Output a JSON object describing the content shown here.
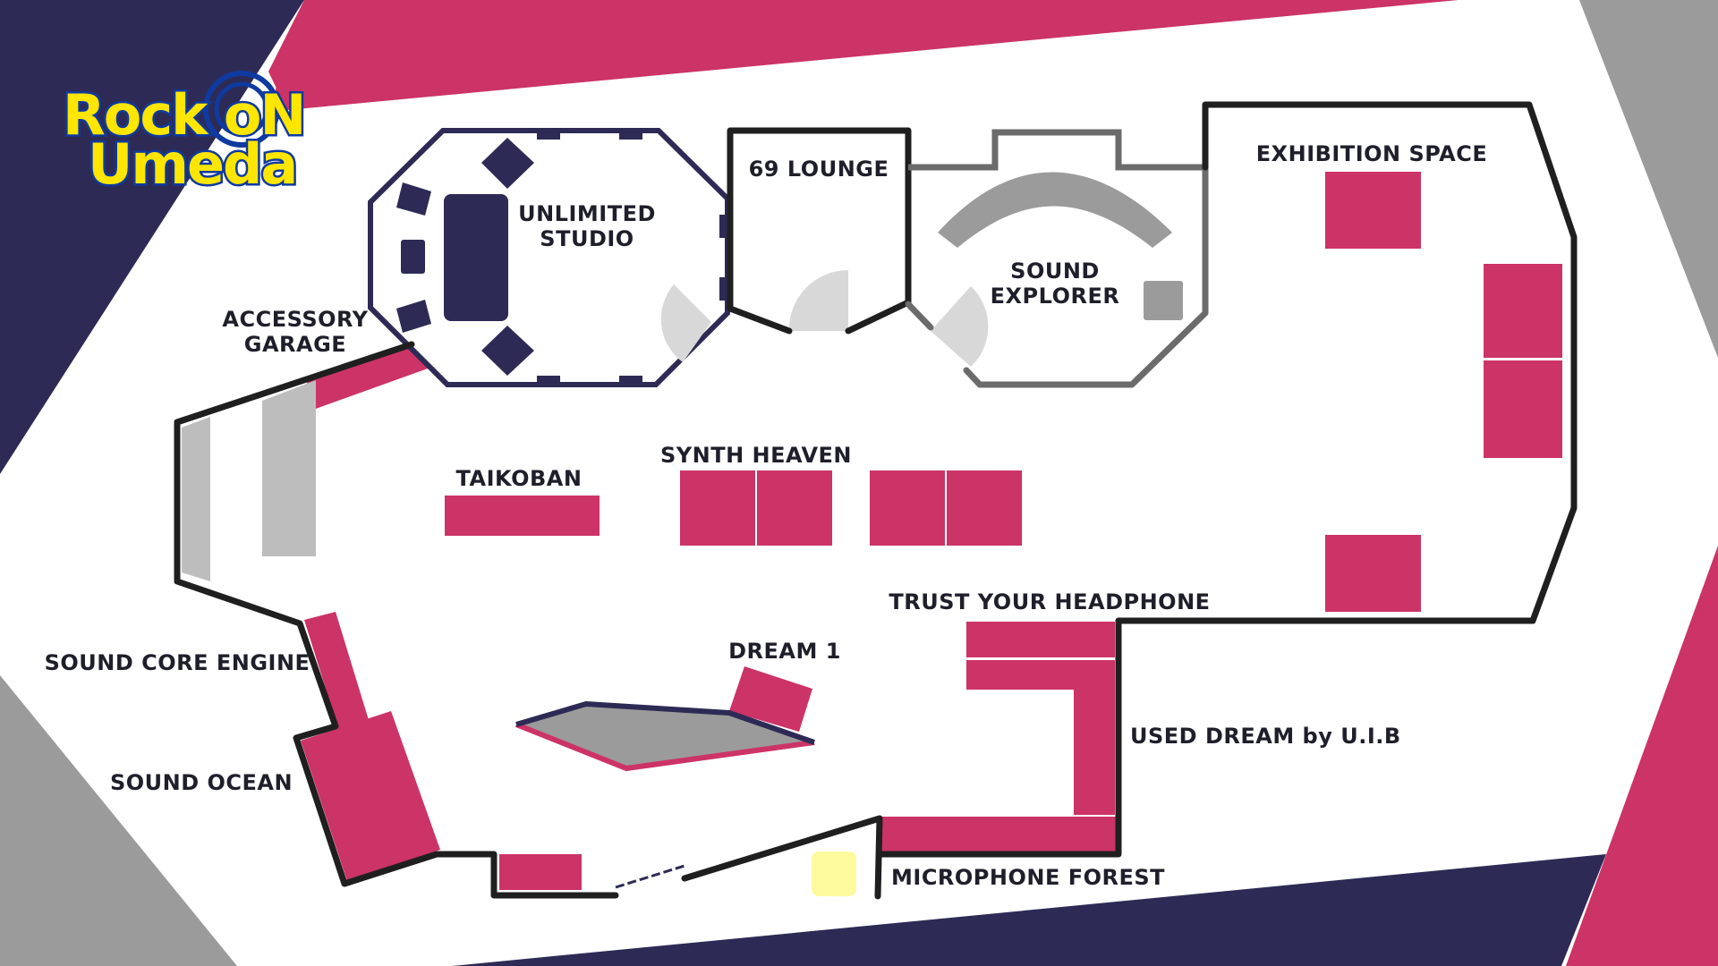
{
  "logo": {
    "line1": "Rock oN",
    "line2": "Umeda"
  },
  "areas": {
    "unlimited_studio": [
      "UNLIMITED",
      "STUDIO"
    ],
    "lounge": "69 LOUNGE",
    "sound_explorer": [
      "SOUND",
      "EXPLORER"
    ],
    "exhibition_space": "EXHIBITION SPACE",
    "accessory_garage": [
      "ACCESSORY",
      "GARAGE"
    ],
    "taikoban": "TAIKOBAN",
    "synth_heaven": "SYNTH HEAVEN",
    "trust_your_headphone": "TRUST YOUR HEADPHONE",
    "dream1": "DREAM 1",
    "sound_core_engine": "SOUND CORE ENGINE",
    "used_dream": "USED DREAM by U.I.B",
    "sound_ocean": "SOUND OCEAN",
    "microphone_forest": "MICROPHONE FOREST"
  },
  "colors": {
    "navy": "#2d2b55",
    "crimson": "#cc3366",
    "gray": "#9b9b9b",
    "light_gray": "#bdbdbd",
    "yellow_spot": "#fdfa9e",
    "wall": "#1f1f1f"
  }
}
